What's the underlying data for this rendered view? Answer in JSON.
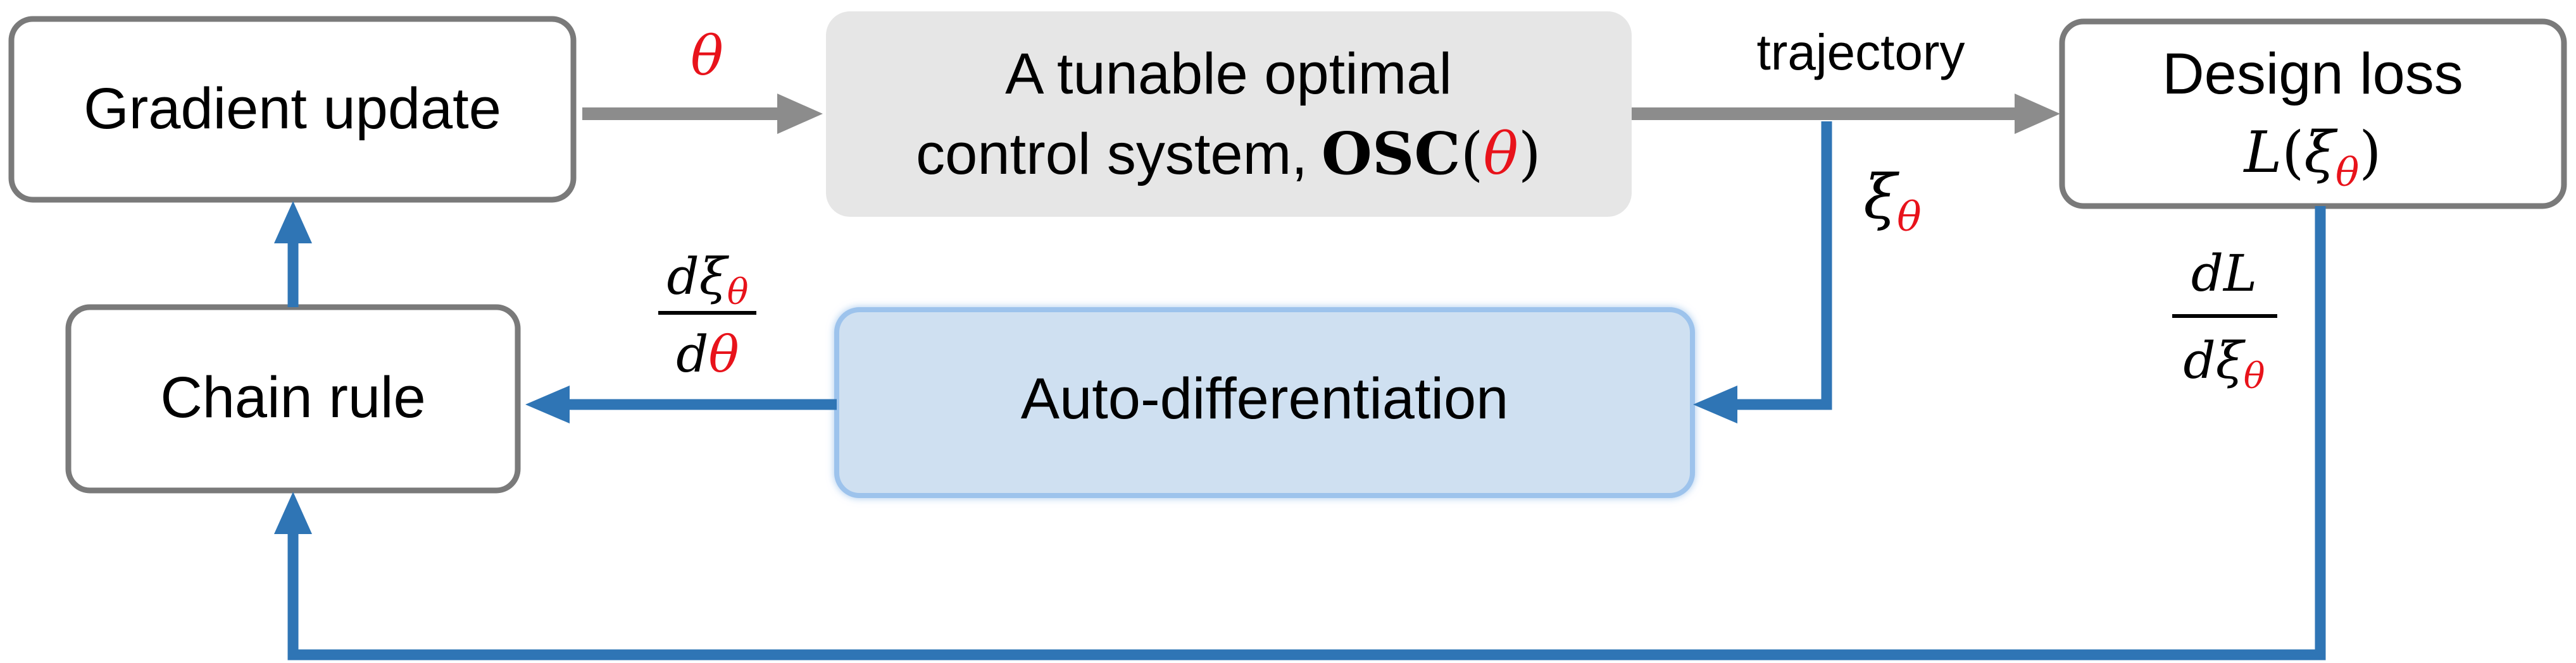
{
  "nodes": {
    "gradient_update": "Gradient update",
    "osc_line1": "A tunable optimal",
    "osc_line2": "control system,",
    "osc_symbol": "OSC",
    "design_loss": "Design loss",
    "loss_symbol": "L",
    "chain_rule": "Chain rule",
    "auto_diff": "Auto-differentiation"
  },
  "labels": {
    "theta": "θ",
    "trajectory": "trajectory",
    "xi": "ξ",
    "d": "d",
    "dL": "dL"
  },
  "colors": {
    "gray_arrow": "#8c8c8c",
    "blue_arrow": "#2f75b5",
    "red_symbol": "#e8131b",
    "box_border": "#7a7a7a",
    "osc_fill": "#e6e6e6",
    "autodiff_fill": "#cfe0f1",
    "autodiff_border": "#9dc3ec"
  }
}
